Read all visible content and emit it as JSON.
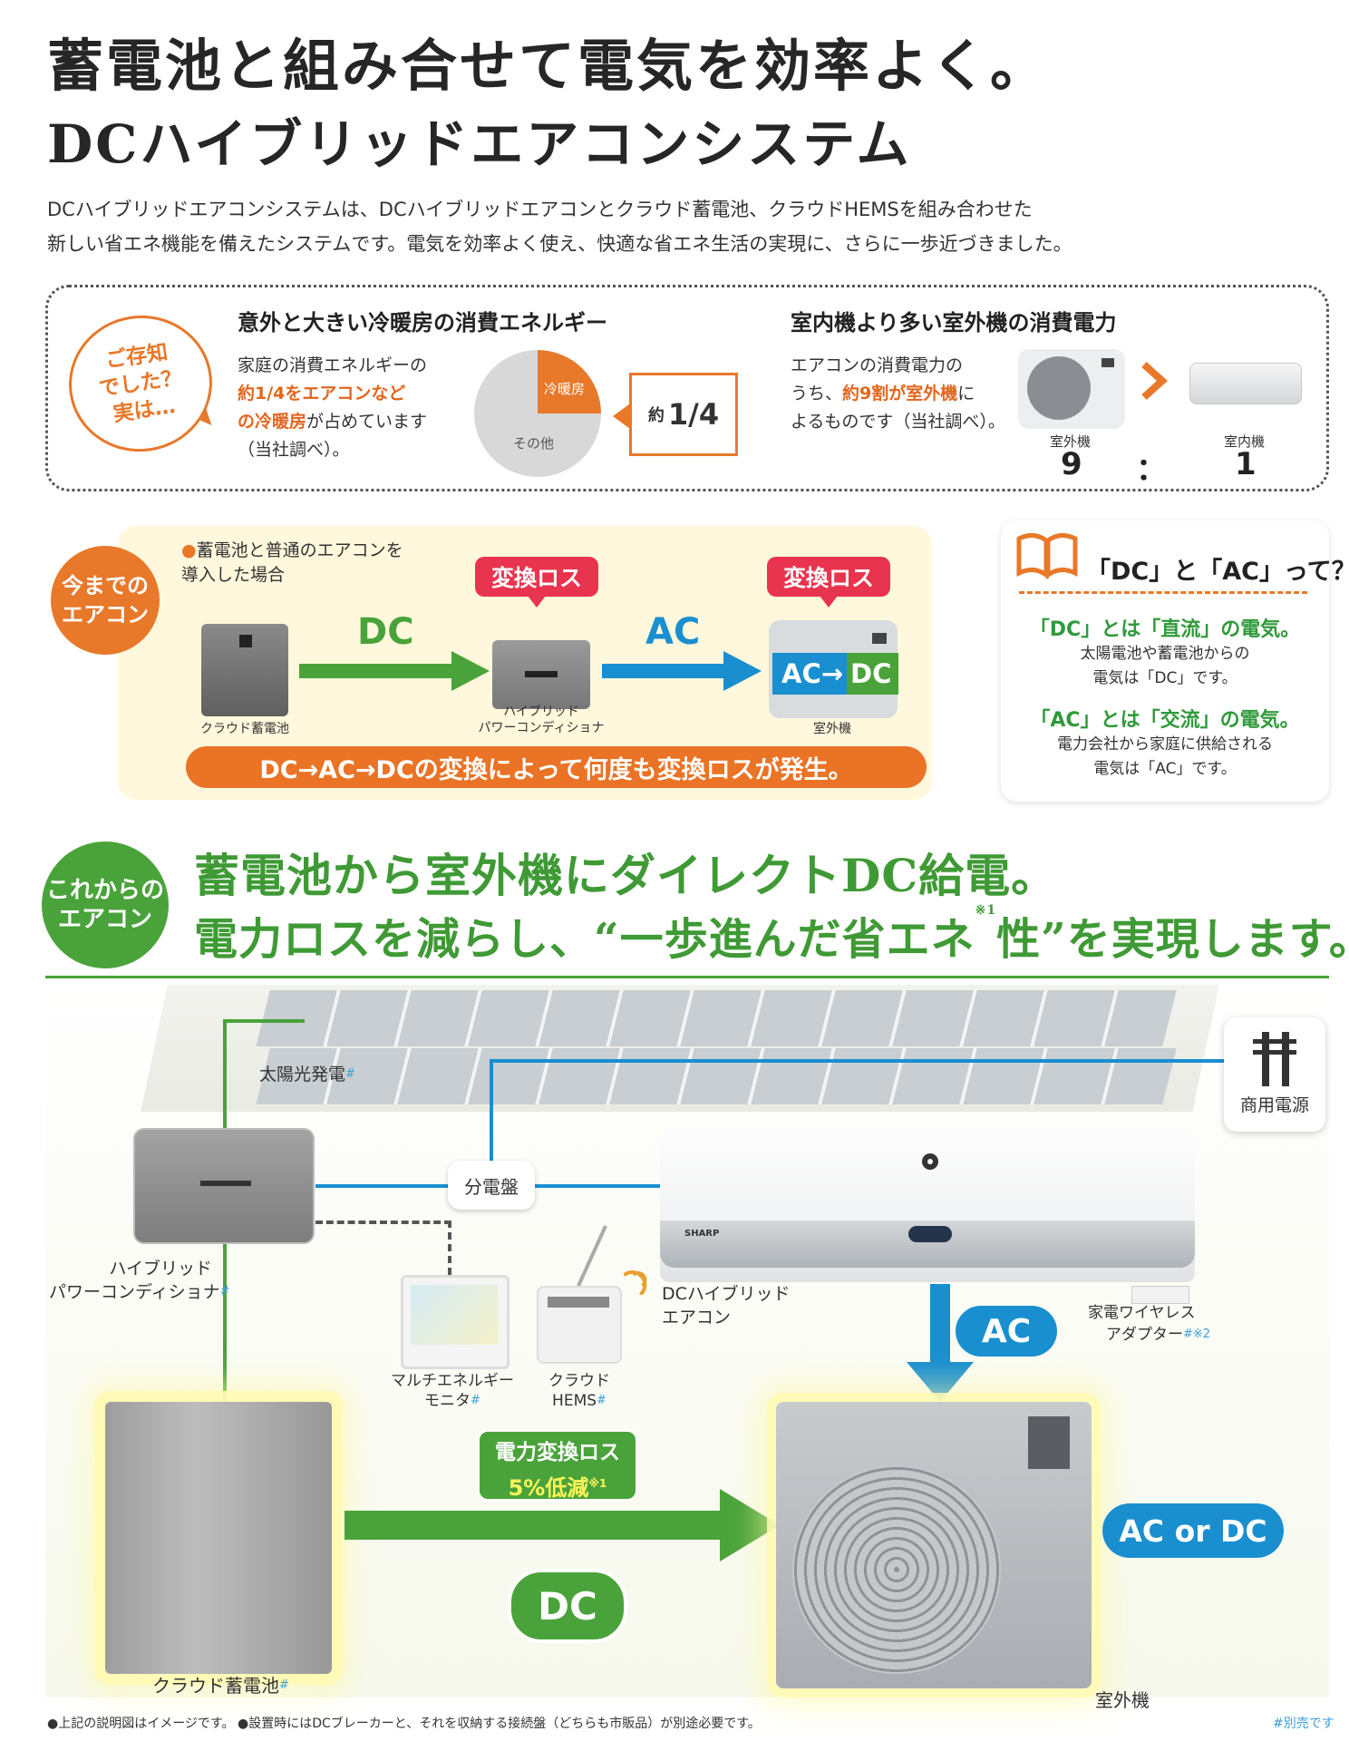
{
  "header": {
    "title_line1": "蓄電池と組み合せて電気を効率よく。",
    "title_line2": "DCハイブリッドエアコンシステム",
    "intro_line1": "DCハイブリッドエアコンシステムは、DCハイブリッドエアコンとクラウド蓄電池、クラウドHEMSを組み合わせた",
    "intro_line2": "新しい省エネ機能を備えたシステムです。電気を効率よく使え、快適な省エネ生活の実現に、さらに一歩近づきました。"
  },
  "did_you_know": {
    "bubble": "ご存知\nでした？\n実は…",
    "left": {
      "heading": "意外と大きい冷暖房の消費エネルギー",
      "line1": "家庭の消費エネルギーの",
      "line2_hl": "約1/4をエアコンなど",
      "line3_hl": "の冷暖房",
      "line3_rest": "が占めています",
      "line4": "（当社調べ）。",
      "pie_label_heating": "冷暖房",
      "pie_label_other": "その他",
      "callout_prefix": "約",
      "callout_value": "1/4"
    },
    "right": {
      "heading": "室内機より多い室外機の消費電力",
      "line1": "エアコンの消費電力の",
      "line2_pre": "うち、",
      "line2_hl": "約9割が室外機",
      "line2_post": "に",
      "line3": "よるものです（当社調べ）。",
      "outdoor_label": "室外機",
      "indoor_label": "室内機",
      "outdoor_value": "9",
      "colon": "：",
      "indoor_value": "1"
    }
  },
  "current": {
    "circle": "今までの\nエアコン",
    "note_bullet": "●",
    "note_line1": "蓄電池と普通のエアコンを",
    "note_line2": "導入した場合",
    "loss_tag": "変換ロス",
    "dc_label": "DC",
    "ac_label": "AC",
    "battery_caption": "クラウド蓄電池",
    "pc_caption_line1": "ハイブリッド",
    "pc_caption_line2": "パワーコンディショナ",
    "odu_caption": "室外機",
    "acdc_a": "AC→",
    "acdc_d": "DC",
    "bar_text": "DC→AC→DCの変換によって何度も変換ロスが発生。"
  },
  "explain": {
    "title": "「DC」と「AC」って？",
    "dc_heading": "「DC」とは「直流」の電気。",
    "dc_line1": "太陽電池や蓄電池からの",
    "dc_line2": "電気は「DC」です。",
    "ac_heading": "「AC」とは「交流」の電気。",
    "ac_line1": "電力会社から家庭に供給される",
    "ac_line2": "電気は「AC」です。"
  },
  "future": {
    "circle": "これからの\nエアコン",
    "heading1": "蓄電池から室外機にダイレクトDC給電。",
    "heading2_a": "電力ロスを減らし、“一歩進んだ省エネ",
    "heading2_sup": "※1",
    "heading2_b": "性”を実現します。"
  },
  "diagram": {
    "solar": "太陽光発電",
    "hash": "#",
    "grid": "商用電源",
    "panel_board": "分電盤",
    "pc_line1": "ハイブリッド",
    "pc_line2": "パワーコンディショナ",
    "monitor_line1": "マルチエネルギー",
    "monitor_line2": "モニタ",
    "hems_line1": "クラウド",
    "hems_line2": "HEMS",
    "aircon_line1": "DCハイブリッド",
    "aircon_line2": "エアコン",
    "adapter_line1": "家電ワイヤレス",
    "adapter_line2": "アダプター",
    "adapter_note": "※2",
    "idu_brand": "SHARP",
    "ac_pill": "AC",
    "loss_line1": "電力変換ロス",
    "loss_line2": "5%低減",
    "loss_note": "※1",
    "dc_pill": "DC",
    "acdc_pill": "AC or DC",
    "battery": "クラウド蓄電池",
    "outdoor": "室外機"
  },
  "footer": {
    "note1": "●上記の説明図はイメージです。",
    "note2": "●設置時にはDCブレーカーと、それを収納する接続盤（どちらも市販品）が別途必要です。",
    "note3": "#別売です"
  },
  "colors": {
    "orange": "#e8782a",
    "green": "#4aa33a",
    "blue": "#1a8fd0",
    "red": "#e8344e"
  }
}
